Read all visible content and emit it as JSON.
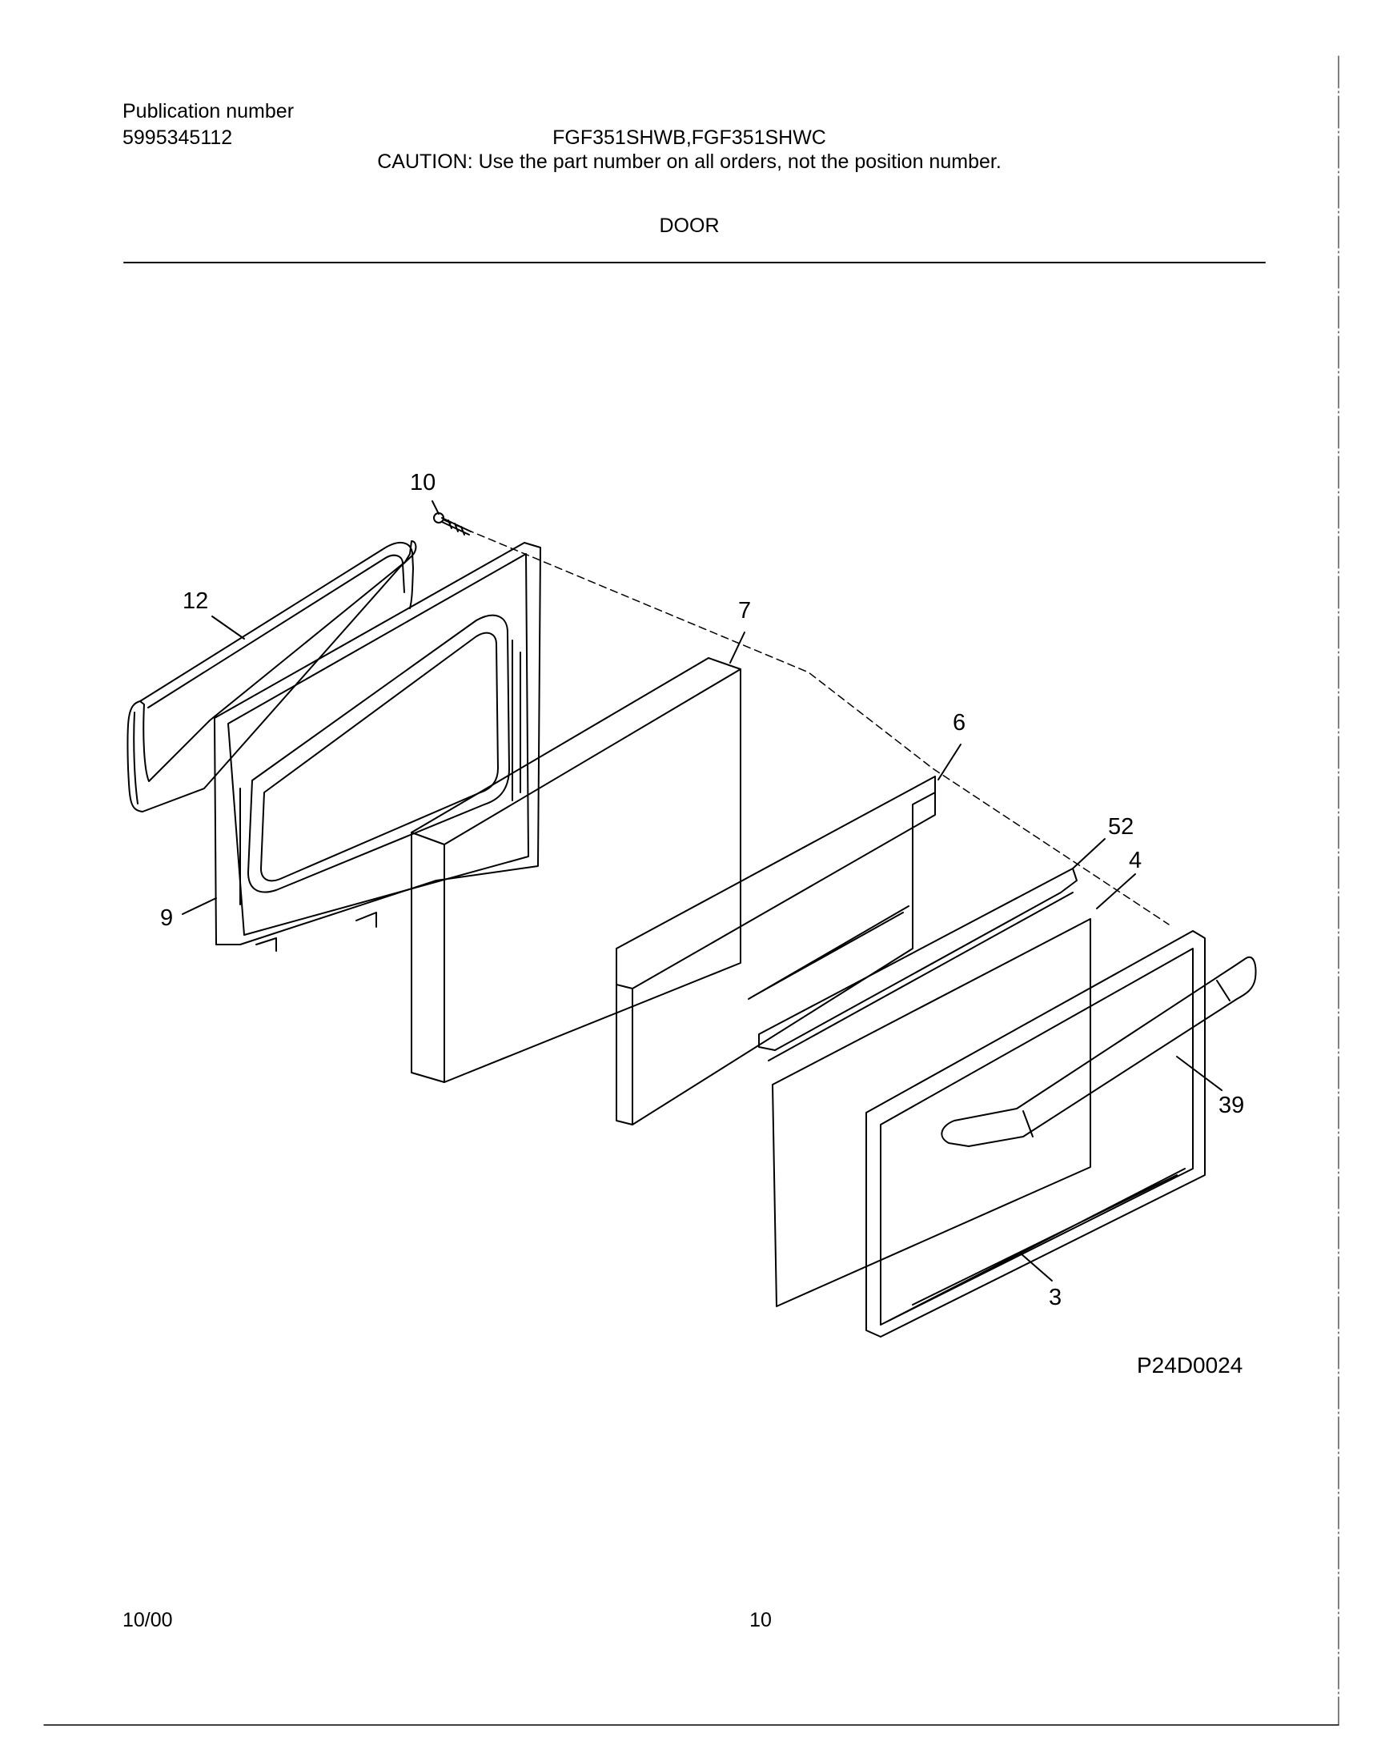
{
  "header": {
    "publication_label": "Publication number",
    "publication_number": "5995345112",
    "models": "FGF351SHWB,FGF351SHWC",
    "caution": "CAUTION:  Use the part number on all orders, not the position number.",
    "section_title": "DOOR"
  },
  "diagram": {
    "drawing_id": "P24D0024",
    "callouts": [
      "10",
      "12",
      "7",
      "6",
      "52",
      "4",
      "9",
      "39",
      "3"
    ]
  },
  "footer": {
    "date": "10/00",
    "page_number": "10"
  }
}
